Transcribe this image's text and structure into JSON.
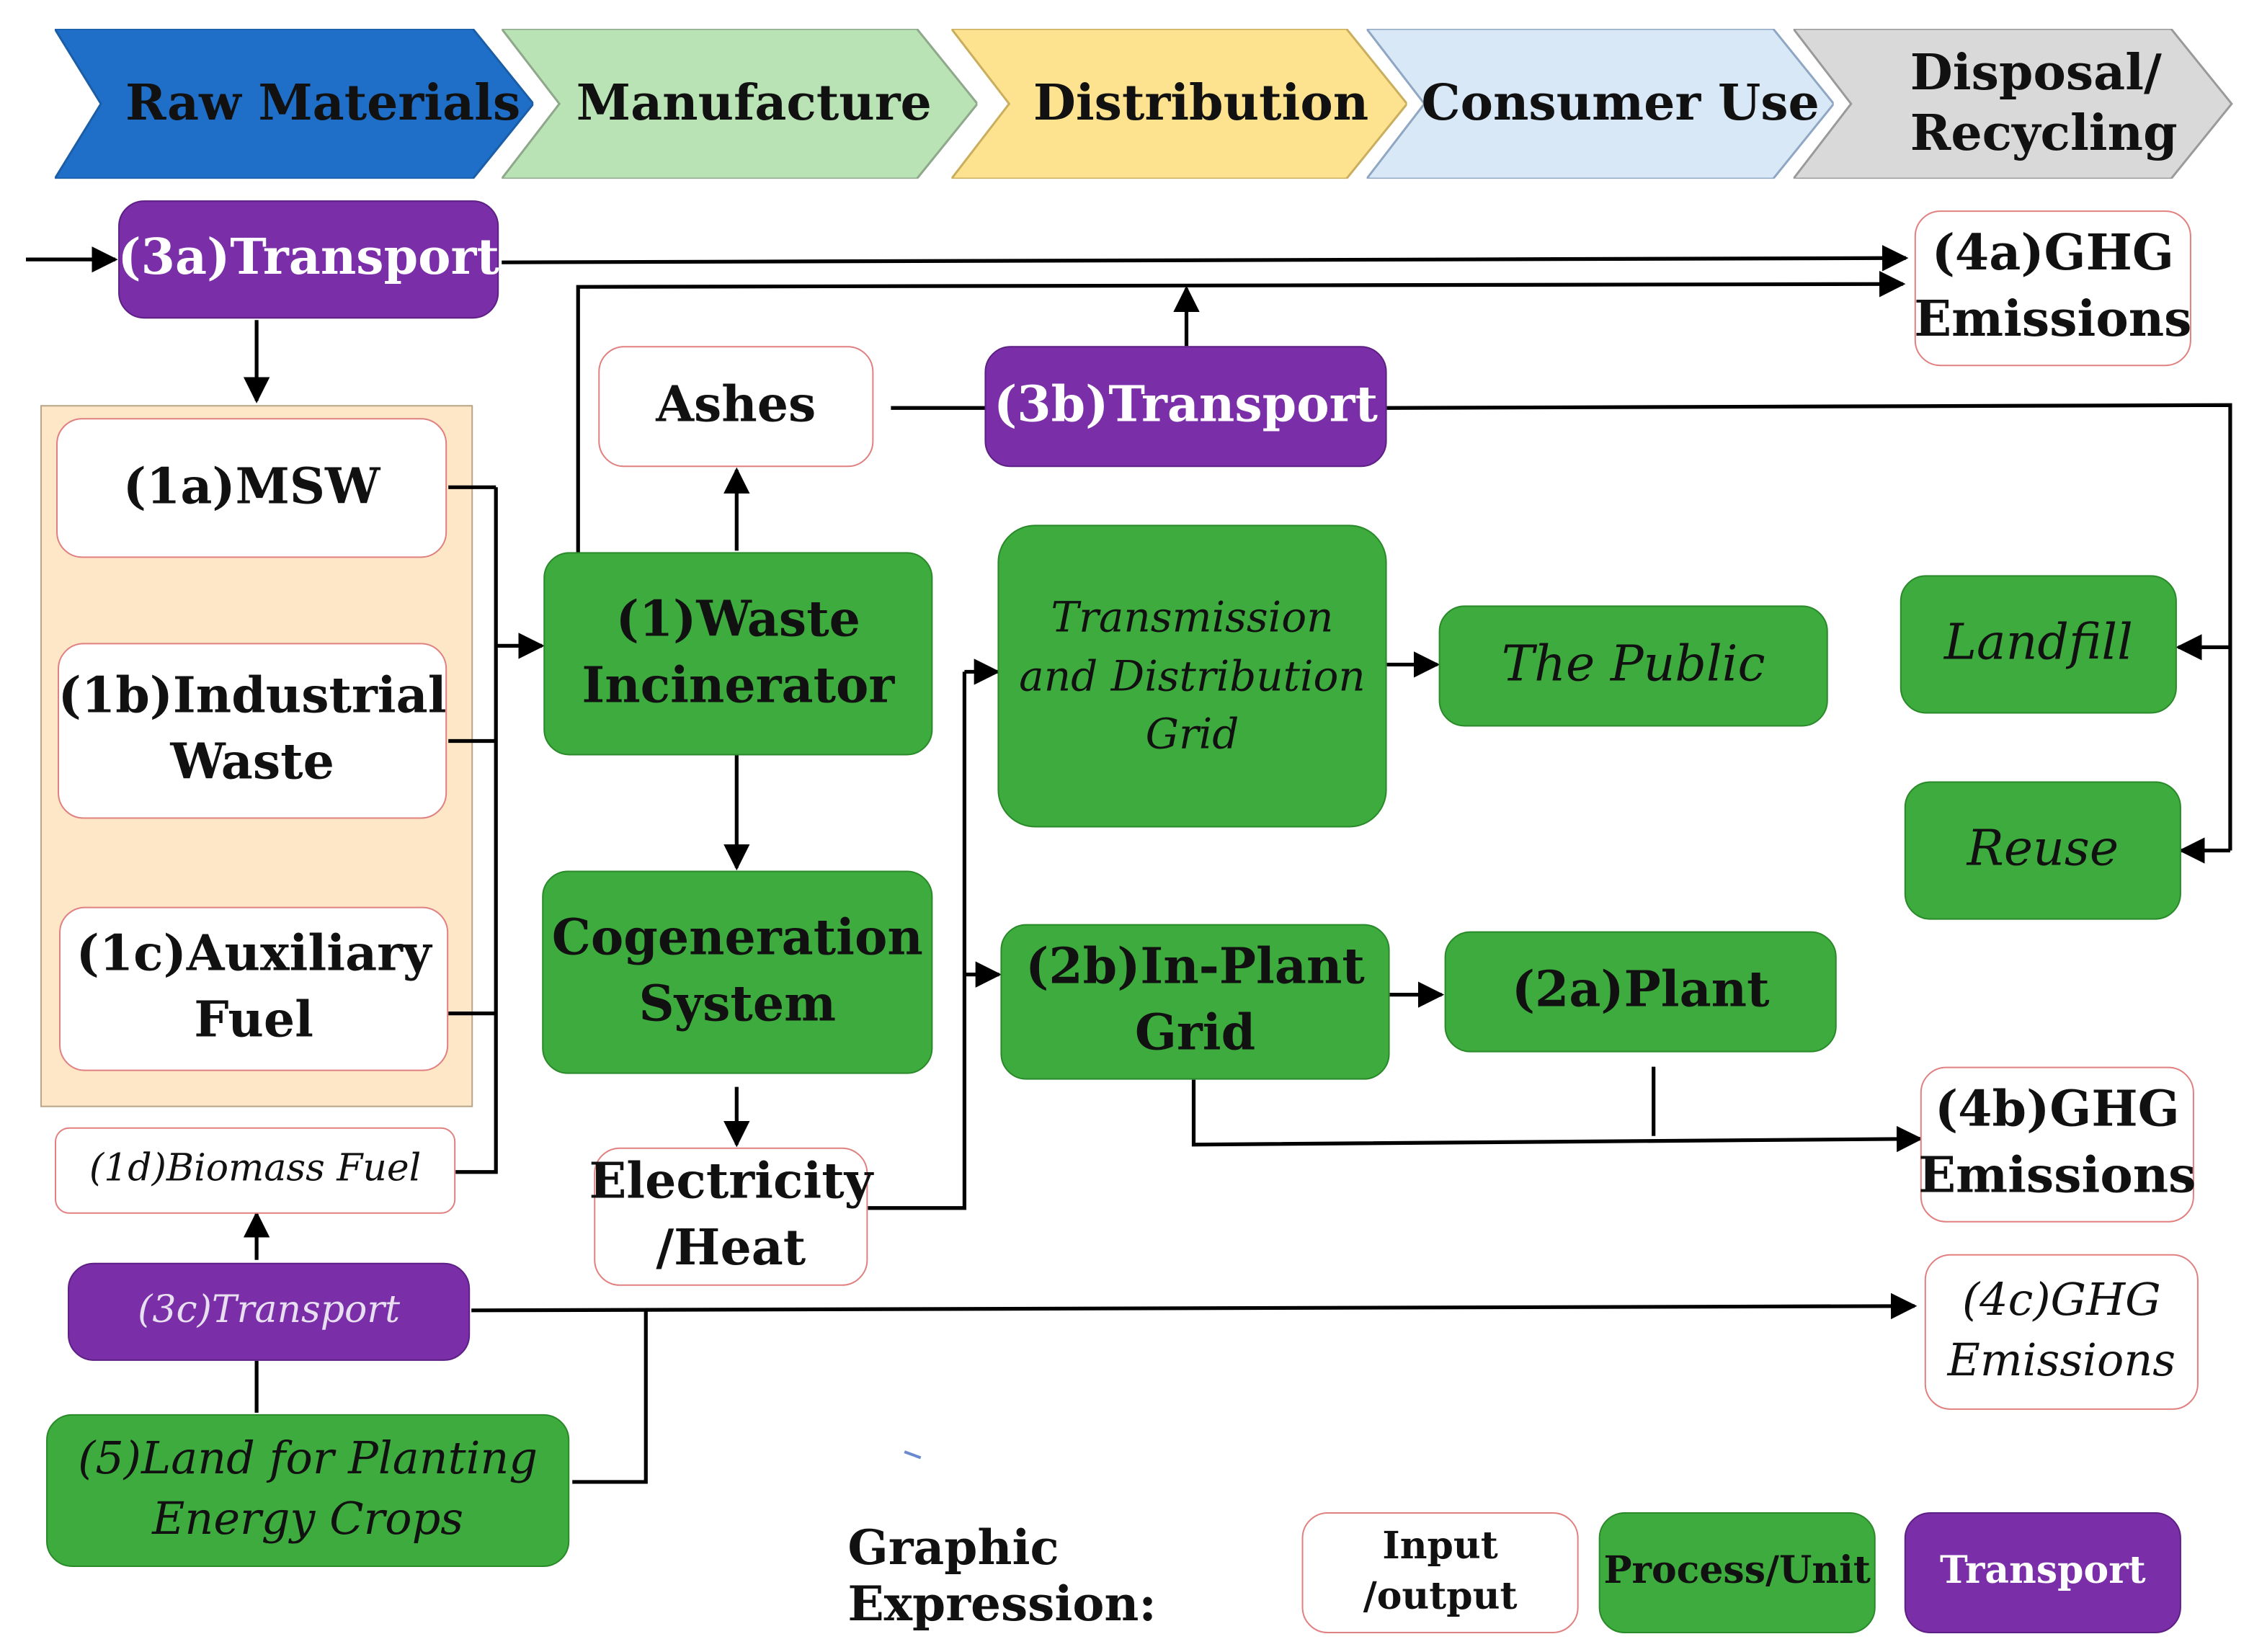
{
  "stages": [
    {
      "label": "Raw Materials",
      "color": "#1f6fc9"
    },
    {
      "label": "Manufacture",
      "color": "#b9e2b5"
    },
    {
      "label": "Distribution",
      "color": "#fde38f"
    },
    {
      "label": "Consumer Use",
      "color": "#d8e8f7"
    },
    {
      "label": "Disposal/ Recycling",
      "color": "#d9d9d9"
    }
  ],
  "nodes": {
    "transport_3a": "(3a)Transport",
    "ghg_4a": "(4a)GHG Emissions",
    "ashes": "Ashes",
    "transport_3b": "(3b)Transport",
    "msw_1a": "(1a)MSW",
    "industrial_waste_1b": "(1b)Industrial Waste",
    "auxiliary_fuel_1c": "(1c)Auxiliary Fuel",
    "biomass_fuel_1d": "(1d)Biomass Fuel",
    "waste_incinerator_1": "(1)Waste Incinerator",
    "transmission_grid": "Transmission and Distribution Grid",
    "the_public": "The Public",
    "landfill": "Landfill",
    "reuse": "Reuse",
    "cogeneration": "Cogeneration System",
    "in_plant_grid_2b": "(2b)In-Plant Grid",
    "plant_2a": "(2a)Plant",
    "ghg_4b": "(4b)GHG Emissions",
    "electricity_heat": "Electricity /Heat",
    "transport_3c": "(3c)Transport",
    "ghg_4c": "(4c)GHG Emissions",
    "land_5": "(5)Land for Planting Energy Crops"
  },
  "legend": {
    "title": "Graphic Expression:",
    "input_output": "Input /output",
    "process_unit": "Process/Unit",
    "transport": "Transport"
  },
  "colors": {
    "io_border": "#e08080",
    "process": "#3dab3d",
    "transport": "#7a2fa8",
    "raw_box": "#fde7c7",
    "line": "#000000"
  }
}
